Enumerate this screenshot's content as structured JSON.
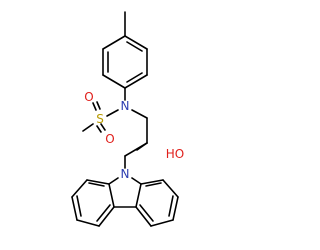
{
  "molecule": {
    "atoms": {
      "sulfur": "S",
      "nitrogen_sulfonamide": "N",
      "oxygen_top": "O",
      "oxygen_bottom": "O",
      "hydroxyl": "HO",
      "nitrogen_carbazole": "N"
    },
    "colors": {
      "bond": "#000000",
      "nitrogen": "#2d3db0",
      "oxygen": "#e0201c",
      "sulfur": "#b89b00"
    }
  }
}
